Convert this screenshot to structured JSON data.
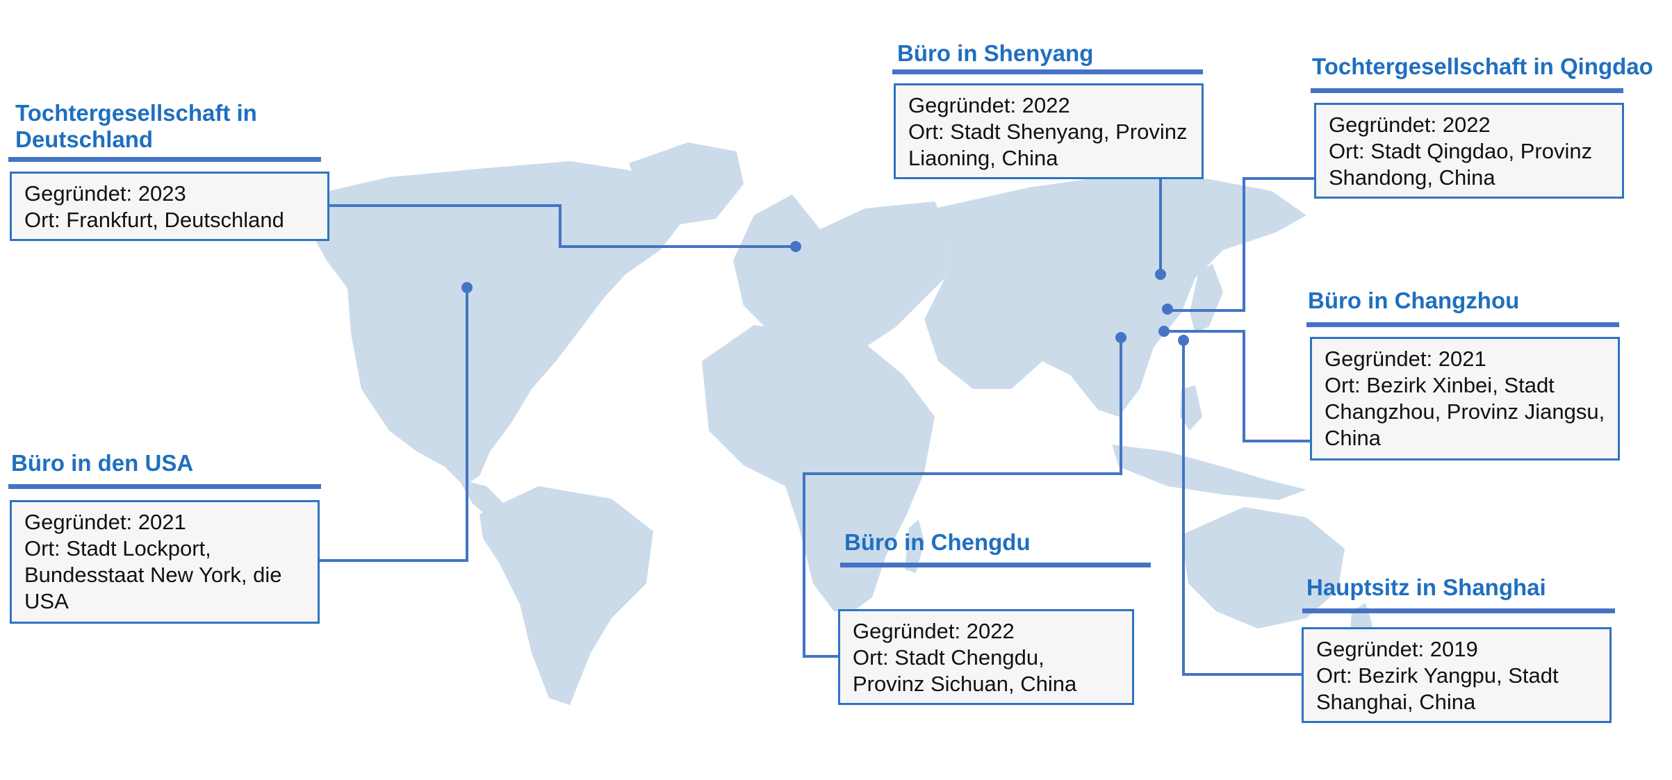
{
  "colors": {
    "land": "#cbdbea",
    "title": "#1f6fbf",
    "rule": "#4472c4",
    "connector": "#4474c4",
    "card_border": "#2f74c0",
    "card_bg": "#f6f6f6"
  },
  "locations": [
    {
      "id": "germany",
      "title": "Tochtergesellschaft in Deutschland",
      "founded_label": "Gegründet: 2023",
      "place_label": "Ort: Frankfurt, Deutschland"
    },
    {
      "id": "usa",
      "title": "Büro in den USA",
      "founded_label": "Gegründet: 2021",
      "place_label": "Ort: Stadt Lockport, Bundesstaat New York, die USA"
    },
    {
      "id": "shenyang",
      "title": "Büro in Shenyang",
      "founded_label": "Gegründet: 2022",
      "place_label": "Ort: Stadt Shenyang, Provinz Liaoning, China"
    },
    {
      "id": "qingdao",
      "title": "Tochtergesellschaft in Qingdao",
      "founded_label": "Gegründet: 2022",
      "place_label": "Ort: Stadt Qingdao, Provinz Shandong, China"
    },
    {
      "id": "changzhou",
      "title": "Büro in Changzhou",
      "founded_label": "Gegründet: 2021",
      "place_label": "Ort: Bezirk Xinbei, Stadt Changzhou, Provinz Jiangsu, China"
    },
    {
      "id": "chengdu",
      "title": "Büro in Chengdu",
      "founded_label": "Gegründet: 2022",
      "place_label": "Ort: Stadt Chengdu, Provinz Sichuan, China"
    },
    {
      "id": "shanghai",
      "title": "Hauptsitz in Shanghai",
      "founded_label": "Gegründet: 2019",
      "place_label": "Ort: Bezirk Yangpu, Stadt Shanghai, China"
    }
  ]
}
